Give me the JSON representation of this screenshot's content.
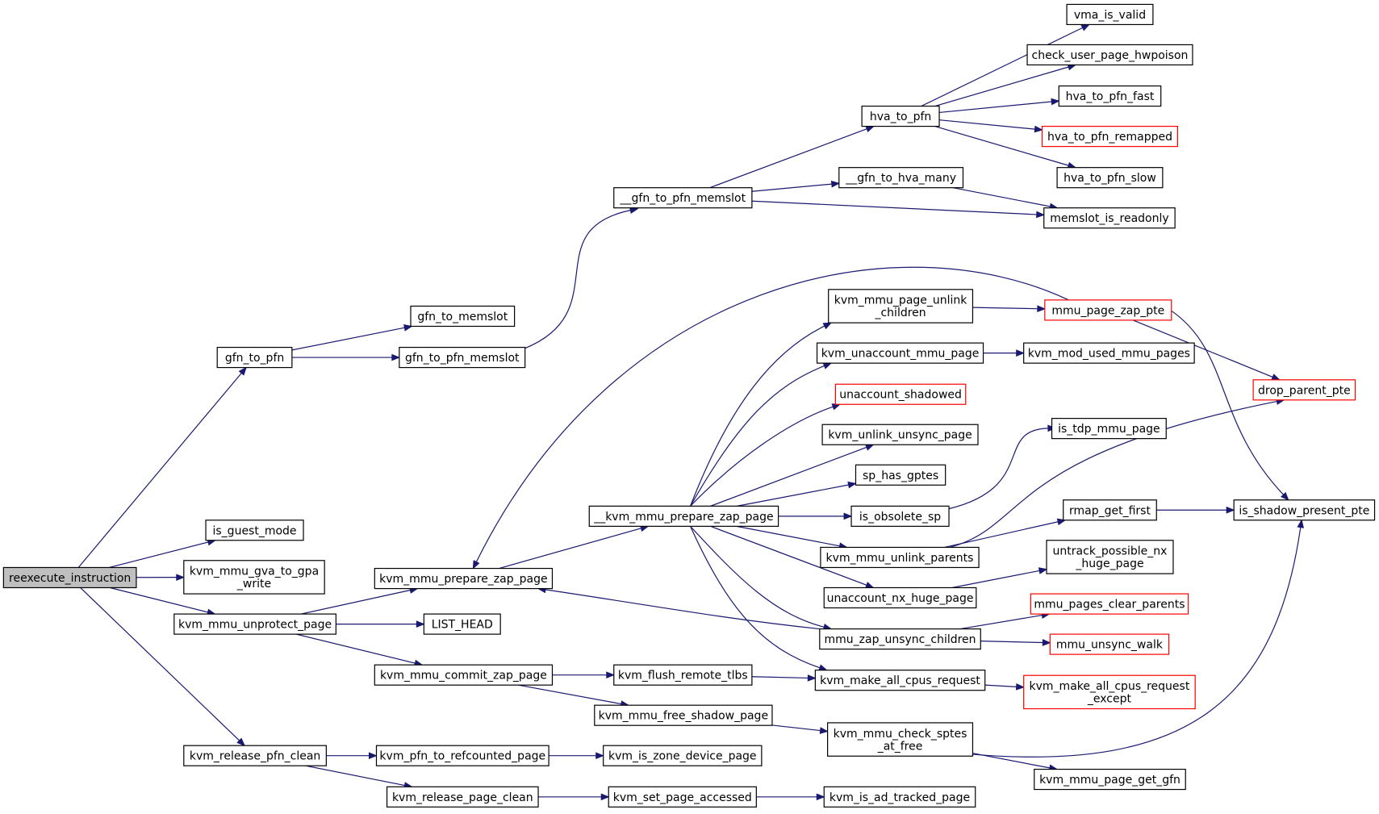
{
  "graph": {
    "colors": {
      "edge": "#191970",
      "node_border": "#000000",
      "external_border": "#ff0000",
      "root_fill": "#bfbfbf"
    },
    "nodes": {
      "reexecute_instruction": {
        "label": [
          "reexecute_instruction"
        ],
        "kind": "root"
      },
      "gfn_to_pfn": {
        "label": [
          "gfn_to_pfn"
        ]
      },
      "is_guest_mode": {
        "label": [
          "is_guest_mode"
        ]
      },
      "kvm_mmu_gva_to_gpa_write": {
        "label": [
          "kvm_mmu_gva_to_gpa",
          "_write"
        ]
      },
      "kvm_mmu_unprotect_page": {
        "label": [
          "kvm_mmu_unprotect_page"
        ]
      },
      "kvm_release_pfn_clean": {
        "label": [
          "kvm_release_pfn_clean"
        ]
      },
      "gfn_to_memslot": {
        "label": [
          "gfn_to_memslot"
        ]
      },
      "gfn_to_pfn_memslot": {
        "label": [
          "gfn_to_pfn_memslot"
        ]
      },
      "__gfn_to_pfn_memslot": {
        "label": [
          "__gfn_to_pfn_memslot"
        ]
      },
      "hva_to_pfn": {
        "label": [
          "hva_to_pfn"
        ]
      },
      "__gfn_to_hva_many": {
        "label": [
          "__gfn_to_hva_many"
        ]
      },
      "memslot_is_readonly": {
        "label": [
          "memslot_is_readonly"
        ]
      },
      "vma_is_valid": {
        "label": [
          "vma_is_valid"
        ]
      },
      "check_user_page_hwpoison": {
        "label": [
          "check_user_page_hwpoison"
        ]
      },
      "hva_to_pfn_fast": {
        "label": [
          "hva_to_pfn_fast"
        ]
      },
      "hva_to_pfn_remapped": {
        "label": [
          "hva_to_pfn_remapped"
        ],
        "kind": "external"
      },
      "hva_to_pfn_slow": {
        "label": [
          "hva_to_pfn_slow"
        ]
      },
      "kvm_mmu_prepare_zap_page": {
        "label": [
          "kvm_mmu_prepare_zap_page"
        ]
      },
      "LIST_HEAD": {
        "label": [
          "LIST_HEAD"
        ]
      },
      "kvm_mmu_commit_zap_page": {
        "label": [
          "kvm_mmu_commit_zap_page"
        ]
      },
      "__kvm_mmu_prepare_zap_page": {
        "label": [
          "__kvm_mmu_prepare_zap_page"
        ]
      },
      "kvm_mmu_page_unlink_children": {
        "label": [
          "kvm_mmu_page_unlink",
          "_children"
        ]
      },
      "kvm_unaccount_mmu_page": {
        "label": [
          "kvm_unaccount_mmu_page"
        ]
      },
      "unaccount_shadowed": {
        "label": [
          "unaccount_shadowed"
        ],
        "kind": "external"
      },
      "kvm_unlink_unsync_page": {
        "label": [
          "kvm_unlink_unsync_page"
        ]
      },
      "sp_has_gptes": {
        "label": [
          "sp_has_gptes"
        ]
      },
      "is_obsolete_sp": {
        "label": [
          "is_obsolete_sp"
        ]
      },
      "kvm_mmu_unlink_parents": {
        "label": [
          "kvm_mmu_unlink_parents"
        ]
      },
      "unaccount_nx_huge_page": {
        "label": [
          "unaccount_nx_huge_page"
        ]
      },
      "mmu_zap_unsync_children": {
        "label": [
          "mmu_zap_unsync_children"
        ]
      },
      "kvm_make_all_cpus_request": {
        "label": [
          "kvm_make_all_cpus_request"
        ]
      },
      "kvm_flush_remote_tlbs": {
        "label": [
          "kvm_flush_remote_tlbs"
        ]
      },
      "kvm_mmu_free_shadow_page": {
        "label": [
          "kvm_mmu_free_shadow_page"
        ]
      },
      "kvm_mmu_check_sptes_at_free": {
        "label": [
          "kvm_mmu_check_sptes",
          "_at_free"
        ]
      },
      "kvm_pfn_to_refcounted_page": {
        "label": [
          "kvm_pfn_to_refcounted_page"
        ]
      },
      "kvm_is_zone_device_page": {
        "label": [
          "kvm_is_zone_device_page"
        ]
      },
      "kvm_release_page_clean": {
        "label": [
          "kvm_release_page_clean"
        ]
      },
      "kvm_set_page_accessed": {
        "label": [
          "kvm_set_page_accessed"
        ]
      },
      "kvm_is_ad_tracked_page": {
        "label": [
          "kvm_is_ad_tracked_page"
        ]
      },
      "mmu_page_zap_pte": {
        "label": [
          "mmu_page_zap_pte"
        ],
        "kind": "external"
      },
      "kvm_mod_used_mmu_pages": {
        "label": [
          "kvm_mod_used_mmu_pages"
        ]
      },
      "is_tdp_mmu_page": {
        "label": [
          "is_tdp_mmu_page"
        ]
      },
      "rmap_get_first": {
        "label": [
          "rmap_get_first"
        ]
      },
      "untrack_possible_nx_huge_page": {
        "label": [
          "untrack_possible_nx",
          "_huge_page"
        ]
      },
      "mmu_pages_clear_parents": {
        "label": [
          "mmu_pages_clear_parents"
        ],
        "kind": "external"
      },
      "mmu_unsync_walk": {
        "label": [
          "mmu_unsync_walk"
        ],
        "kind": "external"
      },
      "kvm_make_all_cpus_request_except": {
        "label": [
          "kvm_make_all_cpus_request",
          "_except"
        ],
        "kind": "external"
      },
      "kvm_mmu_page_get_gfn": {
        "label": [
          "kvm_mmu_page_get_gfn"
        ]
      },
      "drop_parent_pte": {
        "label": [
          "drop_parent_pte"
        ],
        "kind": "external"
      },
      "is_shadow_present_pte": {
        "label": [
          "is_shadow_present_pte"
        ]
      }
    },
    "edges": [
      [
        "reexecute_instruction",
        "gfn_to_pfn"
      ],
      [
        "reexecute_instruction",
        "is_guest_mode"
      ],
      [
        "reexecute_instruction",
        "kvm_mmu_gva_to_gpa_write"
      ],
      [
        "reexecute_instruction",
        "kvm_mmu_unprotect_page"
      ],
      [
        "reexecute_instruction",
        "kvm_release_pfn_clean"
      ],
      [
        "gfn_to_pfn",
        "gfn_to_memslot"
      ],
      [
        "gfn_to_pfn",
        "gfn_to_pfn_memslot"
      ],
      [
        "gfn_to_pfn_memslot",
        "__gfn_to_pfn_memslot"
      ],
      [
        "__gfn_to_pfn_memslot",
        "hva_to_pfn"
      ],
      [
        "__gfn_to_pfn_memslot",
        "__gfn_to_hva_many"
      ],
      [
        "__gfn_to_pfn_memslot",
        "memslot_is_readonly"
      ],
      [
        "__gfn_to_hva_many",
        "memslot_is_readonly"
      ],
      [
        "hva_to_pfn",
        "vma_is_valid"
      ],
      [
        "hva_to_pfn",
        "check_user_page_hwpoison"
      ],
      [
        "hva_to_pfn",
        "hva_to_pfn_fast"
      ],
      [
        "hva_to_pfn",
        "hva_to_pfn_remapped"
      ],
      [
        "hva_to_pfn",
        "hva_to_pfn_slow"
      ],
      [
        "kvm_mmu_unprotect_page",
        "kvm_mmu_prepare_zap_page"
      ],
      [
        "kvm_mmu_unprotect_page",
        "LIST_HEAD"
      ],
      [
        "kvm_mmu_unprotect_page",
        "kvm_mmu_commit_zap_page"
      ],
      [
        "kvm_mmu_prepare_zap_page",
        "__kvm_mmu_prepare_zap_page"
      ],
      [
        "__kvm_mmu_prepare_zap_page",
        "kvm_mmu_page_unlink_children"
      ],
      [
        "__kvm_mmu_prepare_zap_page",
        "kvm_unaccount_mmu_page"
      ],
      [
        "__kvm_mmu_prepare_zap_page",
        "unaccount_shadowed"
      ],
      [
        "__kvm_mmu_prepare_zap_page",
        "kvm_unlink_unsync_page"
      ],
      [
        "__kvm_mmu_prepare_zap_page",
        "sp_has_gptes"
      ],
      [
        "__kvm_mmu_prepare_zap_page",
        "is_obsolete_sp"
      ],
      [
        "__kvm_mmu_prepare_zap_page",
        "kvm_mmu_unlink_parents"
      ],
      [
        "__kvm_mmu_prepare_zap_page",
        "unaccount_nx_huge_page"
      ],
      [
        "__kvm_mmu_prepare_zap_page",
        "mmu_zap_unsync_children"
      ],
      [
        "__kvm_mmu_prepare_zap_page",
        "kvm_make_all_cpus_request"
      ],
      [
        "mmu_page_zap_pte",
        "kvm_mmu_prepare_zap_page"
      ],
      [
        "mmu_zap_unsync_children",
        "kvm_mmu_prepare_zap_page"
      ],
      [
        "kvm_mmu_page_unlink_children",
        "mmu_page_zap_pte"
      ],
      [
        "mmu_page_zap_pte",
        "drop_parent_pte"
      ],
      [
        "mmu_page_zap_pte",
        "is_shadow_present_pte"
      ],
      [
        "kvm_unaccount_mmu_page",
        "kvm_mod_used_mmu_pages"
      ],
      [
        "is_obsolete_sp",
        "is_tdp_mmu_page"
      ],
      [
        "kvm_mmu_unlink_parents",
        "drop_parent_pte"
      ],
      [
        "kvm_mmu_unlink_parents",
        "rmap_get_first"
      ],
      [
        "rmap_get_first",
        "is_shadow_present_pte"
      ],
      [
        "unaccount_nx_huge_page",
        "untrack_possible_nx_huge_page"
      ],
      [
        "mmu_zap_unsync_children",
        "mmu_pages_clear_parents"
      ],
      [
        "mmu_zap_unsync_children",
        "mmu_unsync_walk"
      ],
      [
        "kvm_make_all_cpus_request",
        "kvm_make_all_cpus_request_except"
      ],
      [
        "kvm_mmu_commit_zap_page",
        "kvm_flush_remote_tlbs"
      ],
      [
        "kvm_mmu_commit_zap_page",
        "kvm_mmu_free_shadow_page"
      ],
      [
        "kvm_flush_remote_tlbs",
        "kvm_make_all_cpus_request"
      ],
      [
        "kvm_mmu_free_shadow_page",
        "kvm_mmu_check_sptes_at_free"
      ],
      [
        "kvm_mmu_check_sptes_at_free",
        "is_shadow_present_pte"
      ],
      [
        "kvm_mmu_check_sptes_at_free",
        "kvm_mmu_page_get_gfn"
      ],
      [
        "kvm_release_pfn_clean",
        "kvm_pfn_to_refcounted_page"
      ],
      [
        "kvm_release_pfn_clean",
        "kvm_release_page_clean"
      ],
      [
        "kvm_pfn_to_refcounted_page",
        "kvm_is_zone_device_page"
      ],
      [
        "kvm_release_page_clean",
        "kvm_set_page_accessed"
      ],
      [
        "kvm_set_page_accessed",
        "kvm_is_ad_tracked_page"
      ]
    ]
  }
}
